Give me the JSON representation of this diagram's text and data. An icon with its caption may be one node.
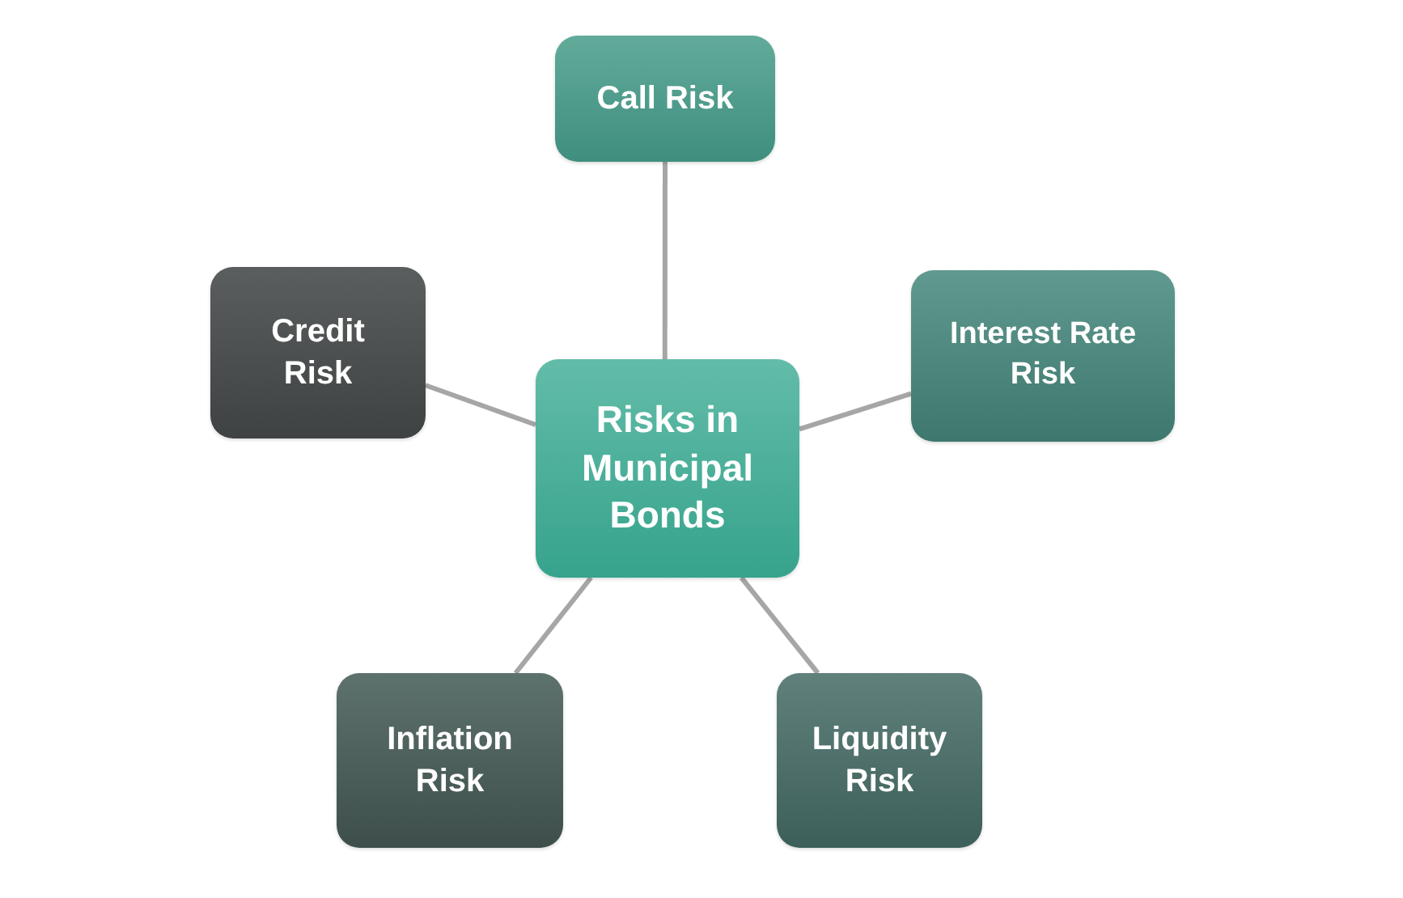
{
  "diagram": {
    "nodes": [
      {
        "text": [
          "Call Risk"
        ]
      },
      {
        "text": [
          "Credit Risk"
        ]
      },
      {
        "text": [
          "Interest Rate Risk"
        ]
      },
      {
        "text": [
          "Risks in Municipal Bonds"
        ]
      },
      {
        "text": [
          "Inflation Risk"
        ]
      },
      {
        "text": [
          "Liquidity Risk"
        ]
      }
    ],
    "edges": [
      {
        "from": 3,
        "to": 0,
        "arrow": "none"
      },
      {
        "from": 3,
        "to": 1,
        "arrow": "none"
      },
      {
        "from": 3,
        "to": 2,
        "arrow": "none"
      },
      {
        "from": 3,
        "to": 4,
        "arrow": "none"
      },
      {
        "from": 3,
        "to": 5,
        "arrow": "none"
      }
    ]
  }
}
